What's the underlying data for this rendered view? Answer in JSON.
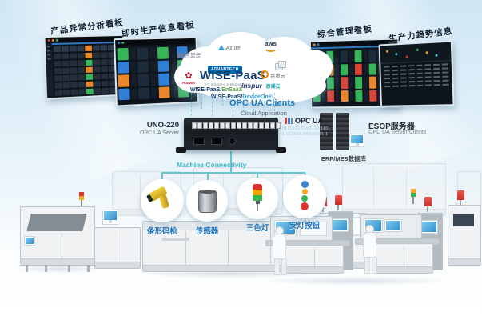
{
  "diagram": {
    "dashboards": [
      {
        "label": "产品异常分析看板"
      },
      {
        "label": "即时生产信息看板"
      },
      {
        "label": "综合管理看板"
      },
      {
        "label": "生产力趋势信息"
      }
    ],
    "cloud": {
      "azure": "Azure",
      "aws": "aws",
      "alicloud": "阿里云",
      "advantech": "ADVANTECH",
      "wise_paas": "WISE-PaaS",
      "wise_paas_sub": "IoT Solutions & Marketplace",
      "huawei": "HUAWEI",
      "baidu_cloud": "百度云",
      "inspur": "inspur",
      "inspur_cn": "浪潮云",
      "ensaas_prefix": "WISE-PaaS/",
      "ensaas": "EnSaaS",
      "deviceon_prefix": "WISE-PaaS/",
      "deviceon": "DeviceOn®"
    },
    "opc_clients_title": "OPC UA Clients",
    "opc_clients_sub": "Cloud Application",
    "gateway_name": "UNO-220",
    "gateway_role": "OPC UA Server",
    "opcua_logo": "OPC UA",
    "binary_line1": "0111011 0100110 110",
    "binary_line2": "1 010011 00101101 1",
    "esop_name": "ESOP服务器",
    "esop_role": "OPC UA Server/Clients",
    "erp_label": "ERP/MES数据库",
    "connectivity": "Machine Connectivity",
    "devices": [
      {
        "label": "条形码枪"
      },
      {
        "label": "传感器"
      },
      {
        "label": "三色灯"
      },
      {
        "label": "安灯按钮"
      }
    ],
    "colors": {
      "accent_teal": "#4fbccb",
      "label_blue": "#1c6fb8",
      "title_navy": "#0c1a2c",
      "opc_blue": "#1a79c0"
    }
  },
  "gfx": {
    "palette": {
      "g": "#35b558",
      "r": "#d9453a",
      "o": "#e8882a",
      "b": "#2f7fd6",
      "d": "#1c2a3a",
      "n": "#232f3d"
    },
    "db1_col_colors": [
      "o",
      "o",
      "g",
      "o",
      "g",
      "o",
      "g"
    ],
    "db2_rows": [
      [
        "g",
        "d",
        "g",
        "b"
      ],
      [
        "b",
        "d",
        "b",
        "g"
      ],
      [
        "o",
        "d",
        "b",
        "d"
      ],
      [
        "b",
        "d",
        "o",
        "g"
      ]
    ],
    "db3_rows": [
      [
        "d",
        "g",
        "d",
        "g",
        "d",
        "b"
      ],
      [
        "g",
        "o",
        "g",
        "r",
        "g",
        "o"
      ],
      [
        "o",
        "g",
        "r",
        "g",
        "o",
        "r"
      ],
      [
        "g",
        "r",
        "o",
        "g",
        "r",
        "g"
      ]
    ],
    "stream_lines": [
      34,
      20,
      40,
      16,
      30,
      24,
      38,
      18,
      28
    ]
  }
}
